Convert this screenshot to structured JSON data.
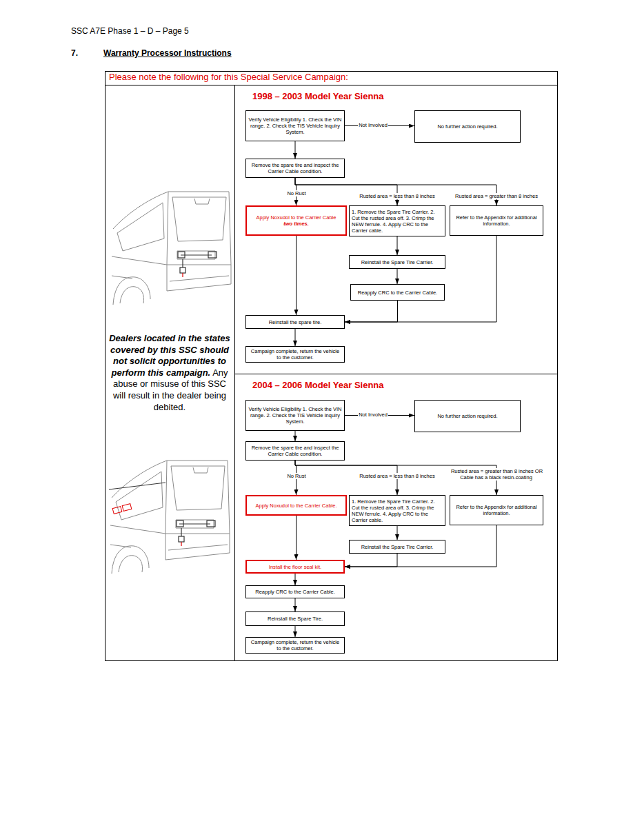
{
  "diagram": {
    "nodes": [
      {
        "text": [
          "Verify Vehicle Eligibility 1. Check the VIN range. 2. Check the TIS Vehicle Inquiry System."
        ]
      },
      {
        "text": [
          "No further action required."
        ]
      },
      {
        "text": [
          "Remove the spare tire and inspect the Carrier Cable condition."
        ]
      },
      {
        "text": [
          "Apply Noxudol to the Carrier Cable",
          "two times."
        ]
      },
      {
        "text": [
          "1. Remove the Spare Tire Carrier. 2. Cut the rusted area off. 3. Crimp the NEW ferrule. 4. Apply CRC to the Carrier cable."
        ]
      },
      {
        "text": [
          "Refer to the Appendix for additional information."
        ]
      },
      {
        "text": [
          "Reinstall the Spare Tire Carrier."
        ]
      },
      {
        "text": [
          "Reapply CRC to the Carrier Cable."
        ]
      },
      {
        "text": [
          "Reinstall the spare tire."
        ]
      },
      {
        "text": [
          "Campaign complete, return the vehicle to the customer."
        ]
      },
      {
        "text": [
          "Verify Vehicle Eligibility 1. Check the VIN range. 2. Check the TIS Vehicle Inquiry System."
        ]
      },
      {
        "text": [
          "No further action required."
        ]
      },
      {
        "text": [
          "Remove the spare tire and inspect the Carrier Cable condition."
        ]
      },
      {
        "text": [
          "Apply Noxudol to the Carrier Cable."
        ]
      },
      {
        "text": [
          "1. Remove the Spare Tire Carrier. 2. Cut the rusted area off. 3. Crimp the NEW ferrule. 4. Apply CRC to the Carrier cable."
        ]
      },
      {
        "text": [
          "Refer to the Appendix for additional information."
        ]
      },
      {
        "text": [
          "Reinstall the Spare Tire Carrier."
        ]
      },
      {
        "text": [
          "Install the floor seal kit."
        ]
      },
      {
        "text": [
          "Reapply CRC to the Carrier Cable."
        ]
      },
      {
        "text": [
          "Reinstall the Spare Tire."
        ]
      },
      {
        "text": [
          "Campaign complete, return the vehicle to the customer."
        ]
      }
    ],
    "edges": [
      {
        "from": 0,
        "to": 1,
        "label": "Not Involved",
        "arrow": "to"
      },
      {
        "from": 0,
        "to": 2,
        "arrow": "to"
      },
      {
        "from": 2,
        "to": 3,
        "label": "No Rust",
        "arrow": "to"
      },
      {
        "from": 2,
        "to": 4,
        "label": "Rusted area = less than 8 inches",
        "arrow": "to"
      },
      {
        "from": 2,
        "to": 5,
        "label": "Rusted area = greater than 8 inches",
        "arrow": "to"
      },
      {
        "from": 3,
        "to": 8,
        "arrow": "to"
      },
      {
        "from": 4,
        "to": 6,
        "arrow": "to"
      },
      {
        "from": 6,
        "to": 7,
        "arrow": "to"
      },
      {
        "from": 7,
        "to": 8,
        "arrow": "to"
      },
      {
        "from": 5,
        "to": 8,
        "arrow": "to"
      },
      {
        "from": 8,
        "to": 9,
        "arrow": "to"
      },
      {
        "from": 10,
        "to": 11,
        "label": "Not Involved",
        "arrow": "to"
      },
      {
        "from": 10,
        "to": 12,
        "arrow": "to"
      },
      {
        "from": 12,
        "to": 13,
        "label": "No Rust",
        "arrow": "to"
      },
      {
        "from": 12,
        "to": 14,
        "label": "Rusted area = less than 8 inches",
        "arrow": "to"
      },
      {
        "from": 12,
        "to": 15,
        "label": "Rusted area = greater than 8 inches OR Cable has a black resin-coating",
        "arrow": "to"
      },
      {
        "from": 13,
        "to": 17,
        "arrow": "to"
      },
      {
        "from": 14,
        "to": 16,
        "arrow": "to"
      },
      {
        "from": 16,
        "to": 17,
        "arrow": "to"
      },
      {
        "from": 15,
        "to": 17,
        "arrow": "to"
      },
      {
        "from": 17,
        "to": 18,
        "arrow": "to"
      },
      {
        "from": 18,
        "to": 19,
        "arrow": "to"
      },
      {
        "from": 19,
        "to": 20,
        "arrow": "to"
      }
    ],
    "labels": [
      "SSC A7E Phase 1 – D – Page 5",
      "7.",
      "Warranty Processor Instructions",
      "Please note the following for this Special Service Campaign:",
      "1998 – 2003 Model Year Sienna",
      "2004 – 2006 Model Year Sienna",
      "Dealers located in the states covered by this SSC should not solicit opportunities to perform this campaign.",
      "Any abuse or misuse of this SSC will result in the dealer being debited."
    ]
  }
}
